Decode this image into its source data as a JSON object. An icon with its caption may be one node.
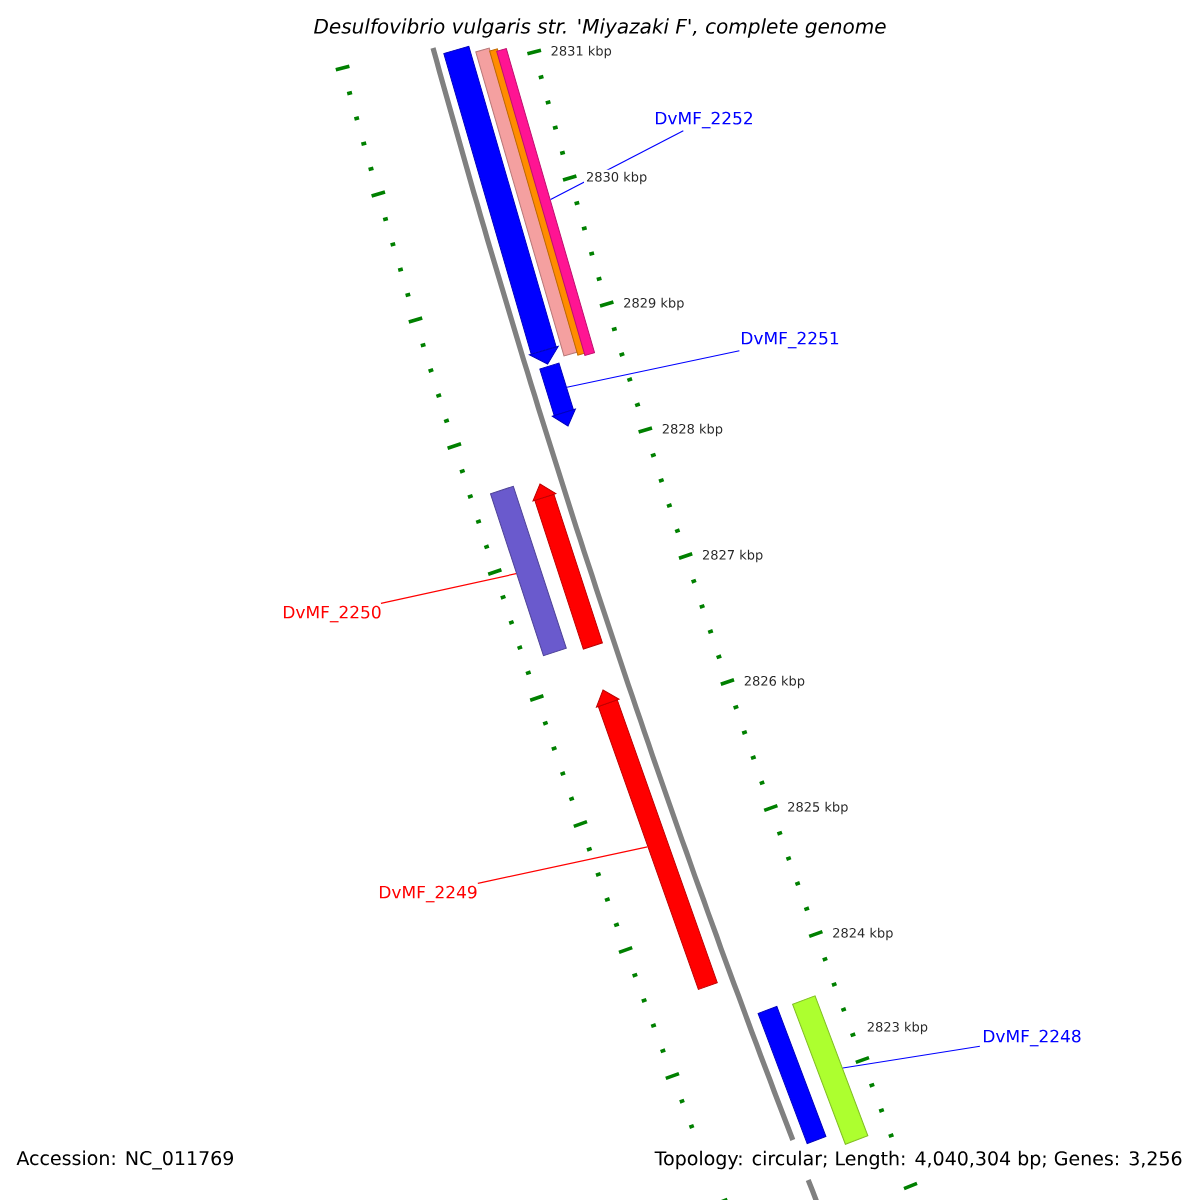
{
  "diagram": {
    "title": "Desulfovibrio vulgaris str. 'Miyazaki F', complete genome",
    "nodes": [
      {
        "text": [
          "DvMF_2252"
        ]
      },
      {
        "text": [],
        "shape": "arrow"
      },
      {
        "text": [],
        "shape": "bar"
      },
      {
        "text": [],
        "shape": "bar"
      },
      {
        "text": [],
        "shape": "bar"
      },
      {
        "text": [
          "DvMF_2251"
        ]
      },
      {
        "text": [],
        "shape": "arrow"
      },
      {
        "text": [
          "DvMF_2250"
        ]
      },
      {
        "text": [],
        "shape": "bar"
      },
      {
        "text": [],
        "shape": "arrow"
      },
      {
        "text": [
          "DvMF_2249"
        ]
      },
      {
        "text": [],
        "shape": "arrow"
      },
      {
        "text": [
          "DvMF_2248"
        ]
      },
      {
        "text": [],
        "shape": "bar"
      },
      {
        "text": [],
        "shape": "bar"
      }
    ],
    "edges": [
      {
        "from": 0,
        "to": 4,
        "arrow": "none"
      },
      {
        "from": 5,
        "to": 6,
        "arrow": "none"
      },
      {
        "from": 7,
        "to": 8,
        "arrow": "none",
        "color": "#ff0000"
      },
      {
        "from": 10,
        "to": 11,
        "arrow": "none",
        "color": "#ff0000"
      },
      {
        "from": 12,
        "to": 14,
        "arrow": "none"
      }
    ],
    "labels": [
      "2831 kbp",
      "2830 kbp",
      "2829 kbp",
      "2828 kbp",
      "2827 kbp",
      "2826 kbp",
      "2825 kbp",
      "2824 kbp",
      "2823 kbp",
      "Accession: NC_011769",
      "Topology: circular; Length: 4,040,304 bp; Genes: 3,256"
    ]
  }
}
